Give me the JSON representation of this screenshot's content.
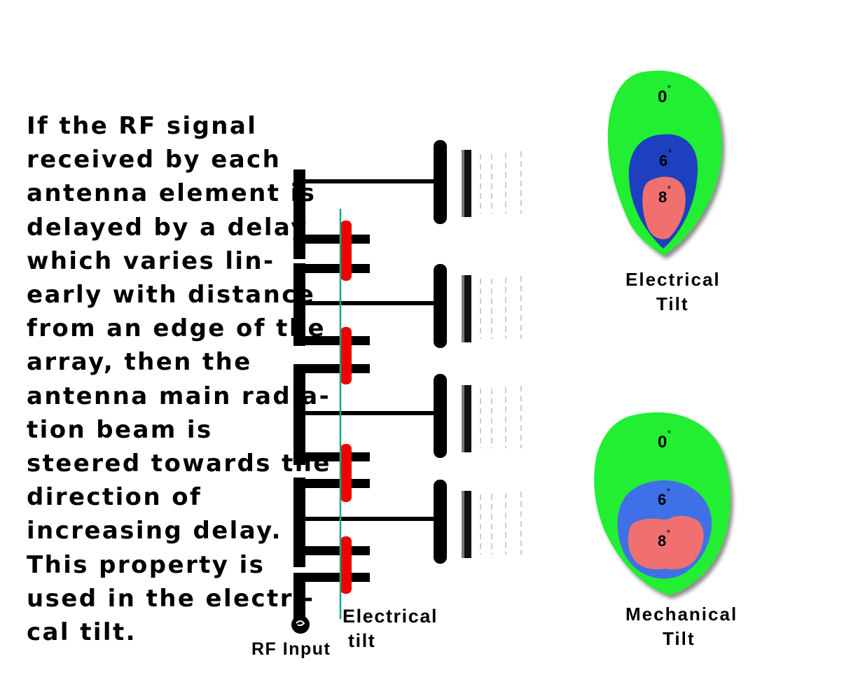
{
  "description_text": [
    "If the RF signal",
    "received by each",
    "antenna element is",
    "delayed by a delay",
    "which varies lin-",
    "early with distance",
    "from an edge of the",
    "array, then the",
    "antenna main radia-",
    "tion beam is",
    "steered towards the",
    "direction of",
    "increasing delay.",
    "This property is",
    "used in the electri-",
    "cal tilt."
  ],
  "feed_labels": {
    "rf_input": "RF Input",
    "delay_line_label": [
      "Electrical",
      "tilt"
    ]
  },
  "patterns": {
    "electrical": {
      "title": [
        "Electrical",
        "Tilt"
      ],
      "levels": [
        {
          "label": "0",
          "degree_mark": "°",
          "color": "#22ee33"
        },
        {
          "label": "6",
          "degree_mark": "°",
          "color": "#1a3fbf"
        },
        {
          "label": "8",
          "degree_mark": "°",
          "color": "#f07070"
        }
      ]
    },
    "mechanical": {
      "title": [
        "Mechanical",
        "Tilt"
      ],
      "levels": [
        {
          "label": "0",
          "degree_mark": "°",
          "color": "#22ee33"
        },
        {
          "label": "6",
          "degree_mark": "°",
          "color": "#3f6fe8"
        },
        {
          "label": "8",
          "degree_mark": "°",
          "color": "#f07070"
        }
      ]
    }
  },
  "colors": {
    "feed": "#000000",
    "delay_element": "#ee0000",
    "tilt_line": "#19a689",
    "background": "#ffffff"
  }
}
